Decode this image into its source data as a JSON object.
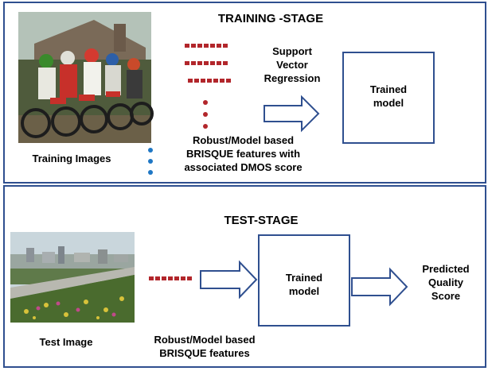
{
  "colors": {
    "border": "#2f4f8f",
    "feature_red": "#b2262b",
    "dot_red": "#b2262b",
    "dot_blue": "#1f77c4"
  },
  "training": {
    "title": "TRAINING -STAGE",
    "image_caption": "Training Images",
    "svr_label": [
      "Support",
      "Vector",
      "Regression"
    ],
    "model_label": [
      "Trained",
      "model"
    ],
    "features_label": [
      "Robust/Model based",
      "BRISQUE features with",
      "associated DMOS score"
    ]
  },
  "test": {
    "title": "TEST-STAGE",
    "image_caption": "Test Image",
    "features_label": [
      "Robust/Model based",
      "BRISQUE features"
    ],
    "model_label": [
      "Trained",
      "model"
    ],
    "output_label": [
      "Predicted",
      "Quality",
      "Score"
    ]
  }
}
